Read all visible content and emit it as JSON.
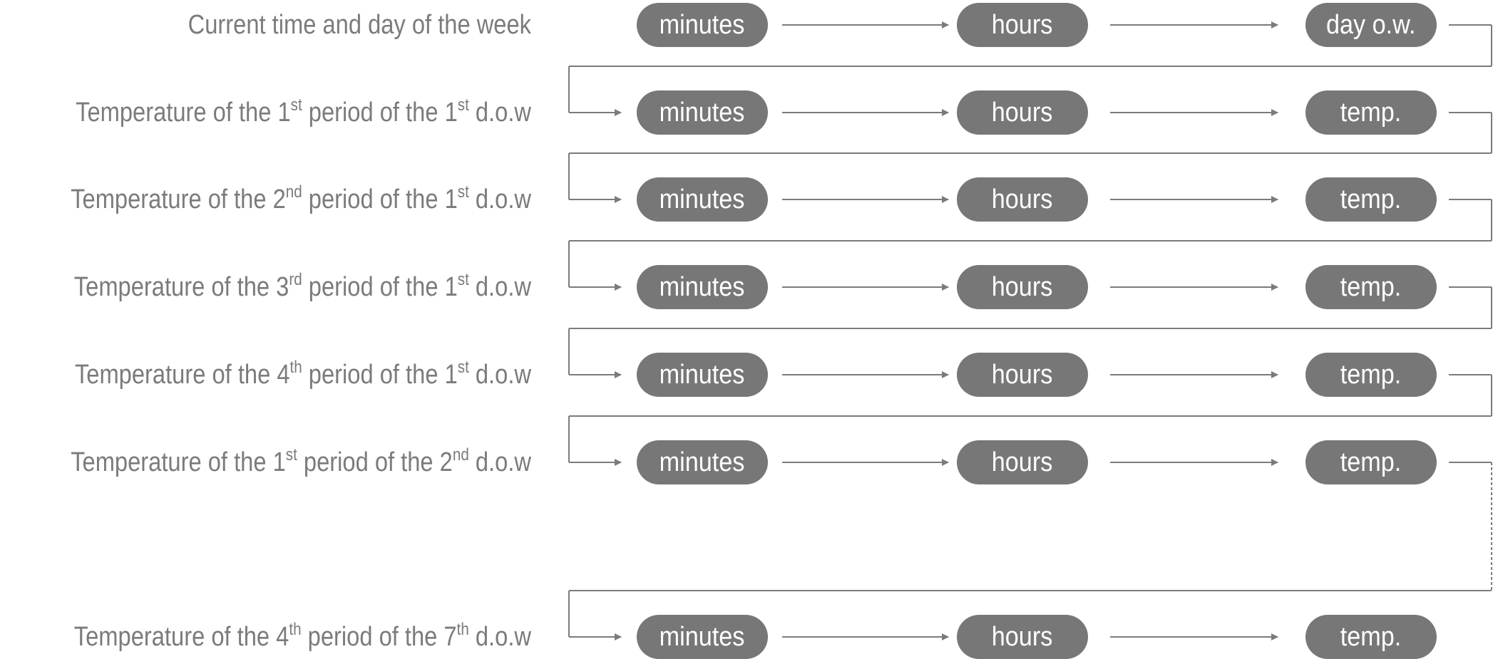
{
  "colors": {
    "pill_fill": "#777777",
    "pill_text": "#ffffff",
    "label_text": "#7b7b7b",
    "line": "#7b7b7b"
  },
  "rows": [
    {
      "label": [
        {
          "t": "Current time and day of the week"
        }
      ],
      "cells": [
        "minutes",
        "hours",
        "day o.w."
      ]
    },
    {
      "label": [
        {
          "t": "Temperature of the 1"
        },
        {
          "t": "st",
          "sup": true
        },
        {
          "t": " period of the 1"
        },
        {
          "t": "st",
          "sup": true
        },
        {
          "t": " d.o.w"
        }
      ],
      "cells": [
        "minutes",
        "hours",
        "temp."
      ]
    },
    {
      "label": [
        {
          "t": "Temperature of the 2"
        },
        {
          "t": "nd",
          "sup": true
        },
        {
          "t": " period of the 1"
        },
        {
          "t": "st",
          "sup": true
        },
        {
          "t": " d.o.w"
        }
      ],
      "cells": [
        "minutes",
        "hours",
        "temp."
      ]
    },
    {
      "label": [
        {
          "t": "Temperature of the 3"
        },
        {
          "t": "rd",
          "sup": true
        },
        {
          "t": " period of the 1"
        },
        {
          "t": "st",
          "sup": true
        },
        {
          "t": " d.o.w"
        }
      ],
      "cells": [
        "minutes",
        "hours",
        "temp."
      ]
    },
    {
      "label": [
        {
          "t": "Temperature of the 4"
        },
        {
          "t": "th",
          "sup": true
        },
        {
          "t": " period of the 1"
        },
        {
          "t": "st",
          "sup": true
        },
        {
          "t": " d.o.w"
        }
      ],
      "cells": [
        "minutes",
        "hours",
        "temp."
      ]
    },
    {
      "label": [
        {
          "t": "Temperature of the 1"
        },
        {
          "t": "st",
          "sup": true
        },
        {
          "t": " period of the 2"
        },
        {
          "t": "nd",
          "sup": true
        },
        {
          "t": " d.o.w"
        }
      ],
      "cells": [
        "minutes",
        "hours",
        "temp."
      ]
    },
    {
      "label": [
        {
          "t": "Temperature of the 4"
        },
        {
          "t": "th",
          "sup": true
        },
        {
          "t": " period of the 7"
        },
        {
          "t": "th",
          "sup": true
        },
        {
          "t": " d.o.w"
        }
      ],
      "cells": [
        "minutes",
        "hours",
        "temp."
      ]
    }
  ]
}
